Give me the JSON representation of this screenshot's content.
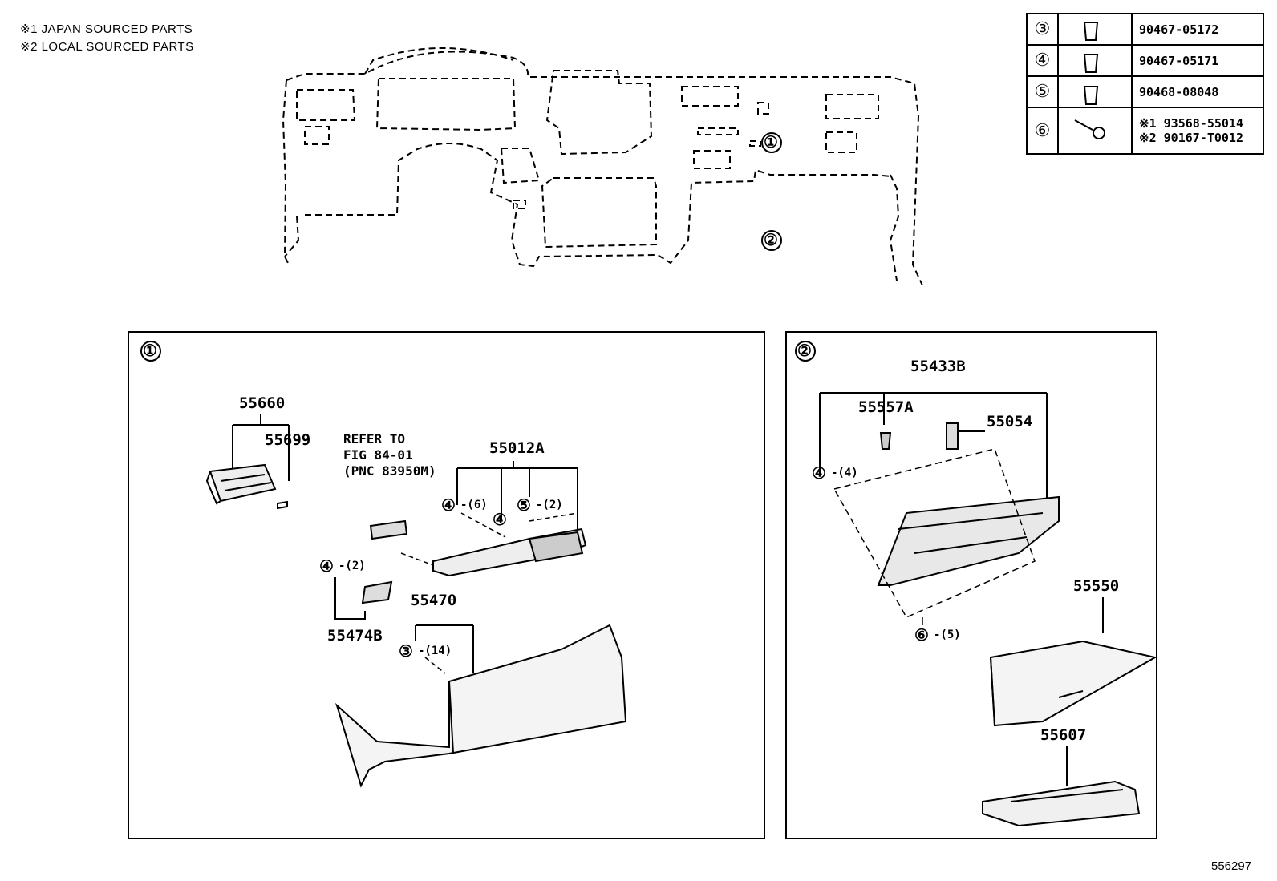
{
  "notes": {
    "japan": "※1 JAPAN SOURCED PARTS",
    "local": "※2 LOCAL SOURCED PARTS"
  },
  "parts_table": [
    {
      "ref": "③",
      "icon": "clip-icon",
      "part": "90467-05172"
    },
    {
      "ref": "④",
      "icon": "clip-icon",
      "part": "90467-05171"
    },
    {
      "ref": "⑤",
      "icon": "clip-icon",
      "part": "90468-08048"
    },
    {
      "ref": "⑥",
      "icon": "screw-icon",
      "part1": "※1 93568-55014",
      "part2": "※2 90167-T0012"
    }
  ],
  "overview": {
    "callout1": "①",
    "callout2": "②"
  },
  "panel1": {
    "id": "①",
    "p55660": "55660",
    "p55699": "55699",
    "refer": [
      "REFER TO",
      "FIG 84-01",
      "(PNC 83950M)"
    ],
    "p55012a": "55012A",
    "c4": "④",
    "q4a": "-(6)",
    "c5": "⑤",
    "q5": "-(2)",
    "q4b": "-(2)",
    "p55474b": "55474B",
    "p55470": "55470",
    "c3": "③",
    "q3": "-(14)"
  },
  "panel2": {
    "id": "②",
    "p55433b": "55433B",
    "p55557a": "55557A",
    "p55054": "55054",
    "c4": "④",
    "q4": "-(4)",
    "c6": "⑥",
    "q6": "-(5)",
    "p55550": "55550",
    "p55607": "55607"
  },
  "ref_number": "556297"
}
